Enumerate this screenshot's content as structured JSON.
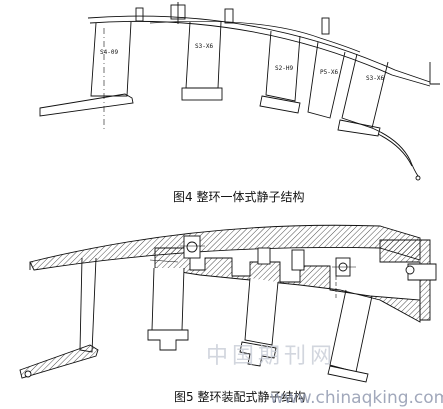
{
  "figure4": {
    "caption": "图4 整环一体式静子结构",
    "vane_labels": [
      "S4-09",
      "S3-X6",
      "S2-H9",
      "P5-X6",
      "S3-X6"
    ]
  },
  "figure5": {
    "caption": "图5 整环装配式静子结构"
  },
  "watermark": {
    "chinese": "中国期刊网",
    "url": "www.chinaqking.com"
  }
}
